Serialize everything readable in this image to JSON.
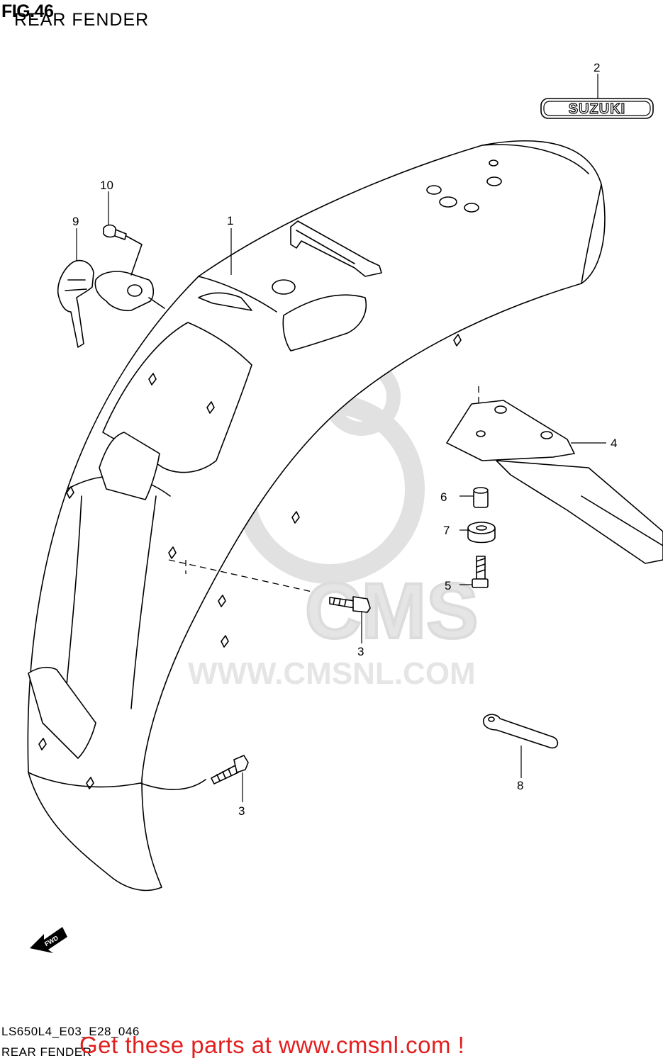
{
  "header": {
    "figure": "FIG.46",
    "title": "REAR FENDER"
  },
  "callouts": {
    "c1": "1",
    "c2": "2",
    "c3a": "3",
    "c3b": "3",
    "c4": "4",
    "c5": "5",
    "c6": "6",
    "c7": "7",
    "c8": "8",
    "c9": "9",
    "c10": "10"
  },
  "emblem_text": "SUZUKI",
  "fwd_text": "FWD",
  "watermark": {
    "brand": "CMS",
    "url": "WWW.CMSNL.COM"
  },
  "footer": {
    "code": "LS650L4_E03_E28_046",
    "name": "REAR FENDER",
    "cta": "Get these parts at www.cmsnl.com !"
  },
  "colors": {
    "cta": "#e31e1e",
    "watermark": "#c9c9c9",
    "line": "#000000"
  }
}
